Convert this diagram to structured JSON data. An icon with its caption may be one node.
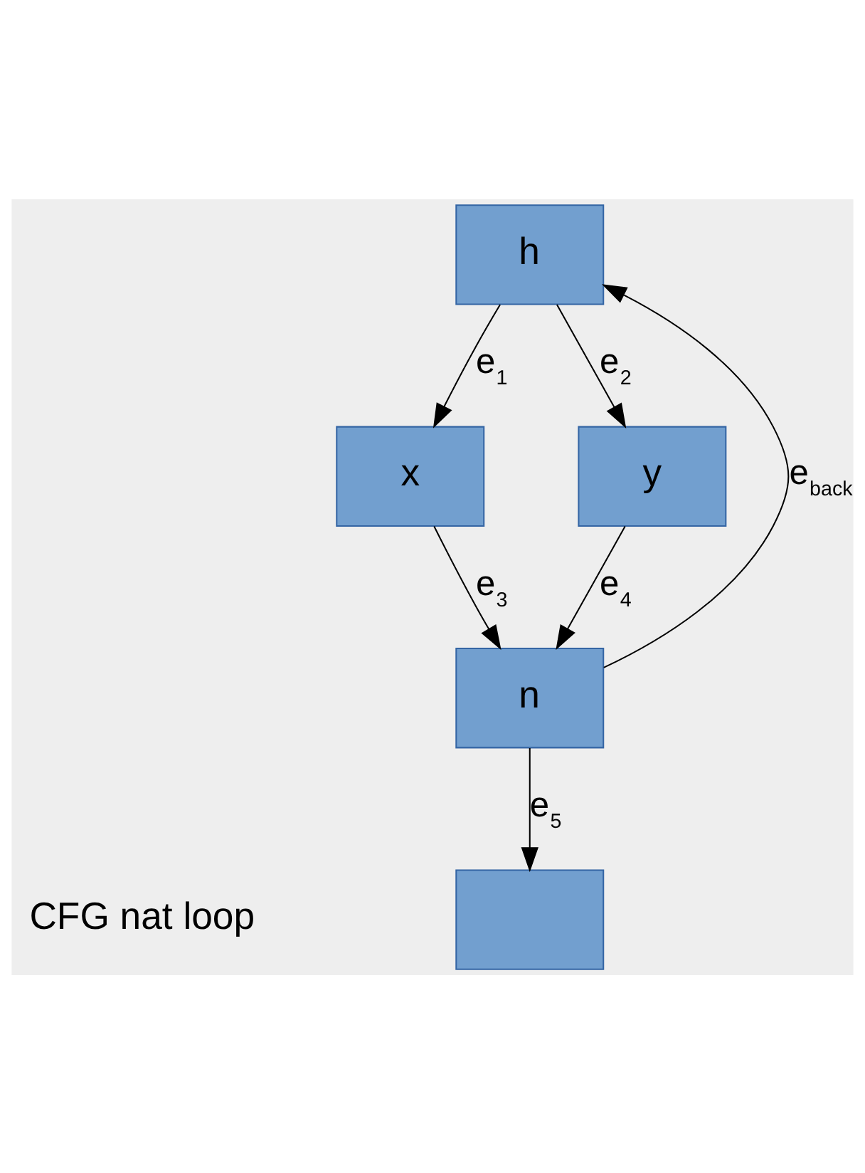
{
  "diagram": {
    "nodes": [
      {
        "text": [
          "h"
        ]
      },
      {
        "text": [
          "x"
        ]
      },
      {
        "text": [
          "y"
        ]
      },
      {
        "text": [
          "n"
        ]
      },
      {
        "text": [],
        "shape": "box"
      }
    ],
    "edges": [
      {
        "from": 0,
        "to": 1,
        "arrow": "to",
        "label": "e$_{1}$"
      },
      {
        "from": 0,
        "to": 2,
        "arrow": "to",
        "label": "e$_{2}$"
      },
      {
        "from": 1,
        "to": 3,
        "arrow": "to",
        "label": "e$_{3}$"
      },
      {
        "from": 2,
        "to": 3,
        "arrow": "to",
        "label": "e$_{4}$"
      },
      {
        "from": 3,
        "to": 0,
        "arrow": "to",
        "label": "e$_{back}$"
      },
      {
        "from": 3,
        "to": 4,
        "arrow": "to",
        "label": "e$_{5}$"
      }
    ],
    "labels": [
      "CFG nat loop"
    ]
  }
}
